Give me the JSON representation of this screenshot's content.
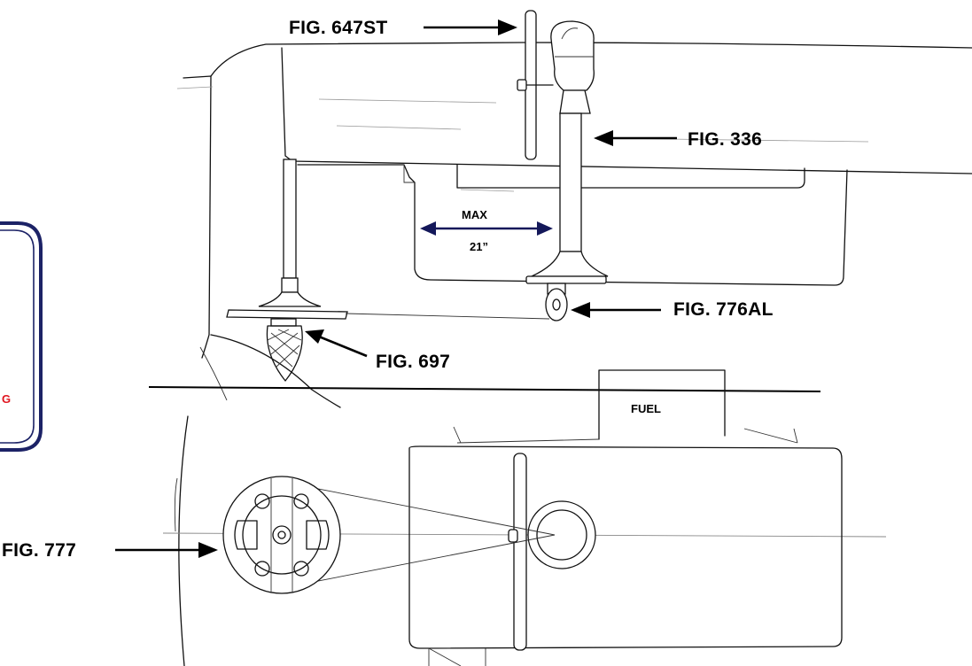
{
  "labels": {
    "fig_647st": "FIG. 647ST",
    "fig_336": "FIG. 336",
    "fig_776al": "FIG. 776AL",
    "fig_697": "FIG. 697",
    "fig_777": "FIG. 777",
    "max": "MAX",
    "max_value": "21”",
    "fuel": "FUEL",
    "side_panel_fragment": "G"
  },
  "colors": {
    "dimension_arrow": "#14185a",
    "panel_border": "#1c2266",
    "warning_text": "#e0141e"
  }
}
